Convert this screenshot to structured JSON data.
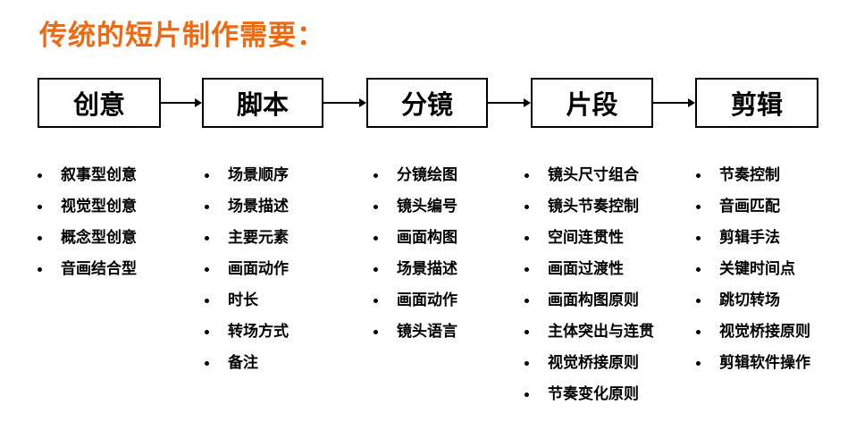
{
  "title": {
    "text": "传统的短片制作需要：",
    "color": "#ee6a12"
  },
  "stages": [
    {
      "label": "创意",
      "items": [
        "叙事型创意",
        "视觉型创意",
        "概念型创意",
        "音画结合型"
      ]
    },
    {
      "label": "脚本",
      "items": [
        "场景顺序",
        "场景描述",
        "主要元素",
        "画面动作",
        "时长",
        "转场方式",
        "备注"
      ]
    },
    {
      "label": "分镜",
      "items": [
        "分镜绘图",
        "镜头编号",
        "画面构图",
        "场景描述",
        "画面动作",
        "镜头语言"
      ]
    },
    {
      "label": "片段",
      "items": [
        "镜头尺寸组合",
        "镜头节奏控制",
        "空间连贯性",
        "画面过渡性",
        "画面构图原则",
        "主体突出与连贯",
        "视觉桥接原则",
        "节奏变化原则"
      ]
    },
    {
      "label": "剪辑",
      "items": [
        "节奏控制",
        "音画匹配",
        "剪辑手法",
        "关键时间点",
        "跳切转场",
        "视觉桥接原则",
        "剪辑软件操作"
      ]
    }
  ]
}
